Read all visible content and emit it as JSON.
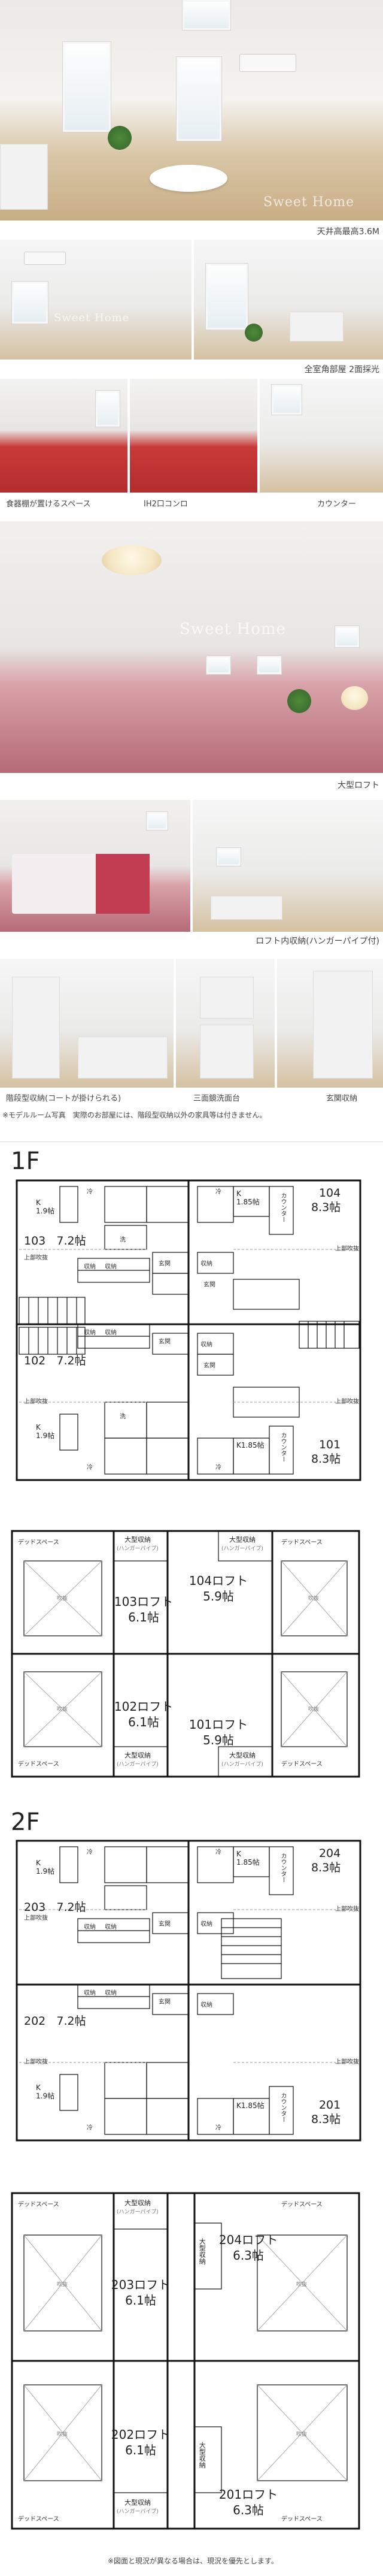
{
  "photos": {
    "watermark": "Sweet Home",
    "caption_ceiling": "天井高最高3.6M",
    "caption_corner": "全室角部屋 2面採光",
    "caption_shelf": "食器棚が置けるスペース",
    "caption_ih": "IH2口コンロ",
    "caption_counter": "カウンター",
    "caption_loft": "大型ロフト",
    "caption_hanger": "ロフト内収納(ハンガーパイプ付)",
    "caption_stair": "階段型収納(コートが掛けられる)",
    "caption_mirror": "三面鏡洗面台",
    "caption_entrance": "玄関収納",
    "model_note": "※モデルルーム写真　実際のお部屋には、階段型収納以外の家具等は付きません。"
  },
  "floor1": {
    "title": "1F",
    "rooms": [
      {
        "name": "103",
        "size": "7.2帖"
      },
      {
        "name": "102",
        "size": "7.2帖"
      },
      {
        "name": "104",
        "size": "8.3帖"
      },
      {
        "name": "101",
        "size": "8.3帖"
      }
    ],
    "kitchen_a": "K\n1.9帖",
    "kitchen_b": "K\n1.85帖",
    "kitchen_c": "K\n1.9帖",
    "kitchen_d": "K1.85帖",
    "storage": "収納",
    "entrance": "玄関",
    "counter": "カウンター",
    "loft_dn": "上部吹抜",
    "fridge": "冷",
    "washer": "洗"
  },
  "loft1": {
    "dead_space": "デッドスペース",
    "big_storage": "大型収納",
    "hanger": "(ハンガーパイプ)",
    "fukinuke": "吹抜",
    "rooms": [
      {
        "name": "103ロフト",
        "size": "6.1帖"
      },
      {
        "name": "104ロフト",
        "size": "5.9帖"
      },
      {
        "name": "102ロフト",
        "size": "6.1帖"
      },
      {
        "name": "101ロフト",
        "size": "5.9帖"
      }
    ]
  },
  "floor2": {
    "title": "2F",
    "rooms": [
      {
        "name": "203",
        "size": "7.2帖"
      },
      {
        "name": "202",
        "size": "7.2帖"
      },
      {
        "name": "204",
        "size": "8.3帖"
      },
      {
        "name": "201",
        "size": "8.3帖"
      }
    ],
    "kitchen_a": "K\n1.9帖",
    "kitchen_b": "K\n1.85帖",
    "kitchen_c": "K\n1.9帖",
    "kitchen_d": "K1.85帖"
  },
  "loft2": {
    "rooms": [
      {
        "name": "203ロフト",
        "size": "6.1帖"
      },
      {
        "name": "204ロフト",
        "size": "6.3帖"
      },
      {
        "name": "202ロフト",
        "size": "6.1帖"
      },
      {
        "name": "201ロフト",
        "size": "6.3帖"
      }
    ]
  },
  "footer_note": "※図面と現況が異なる場合は、現況を優先とします。"
}
